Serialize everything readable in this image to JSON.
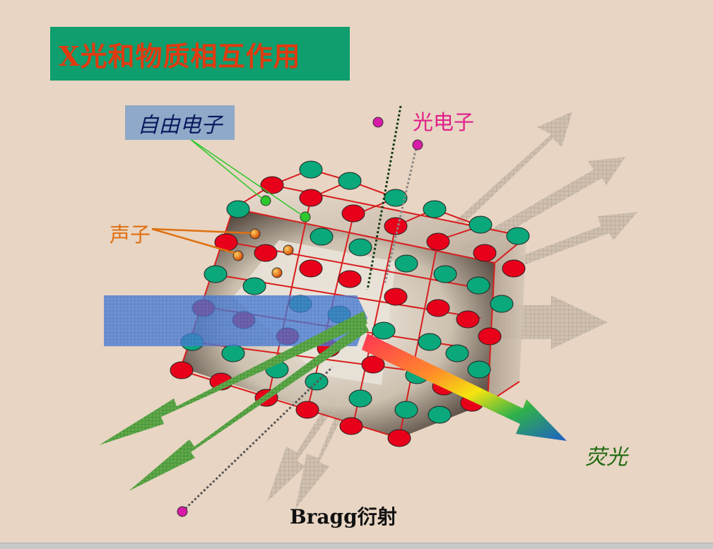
{
  "title": "X光和物质相互作用",
  "labels": {
    "free_electron": "自由电子",
    "photoelectron": "光电子",
    "phonon": "声子",
    "fluorescence": "荧光",
    "bragg": "Bragg衍射"
  },
  "colors": {
    "background": "#e8d5c3",
    "title_box": "#0f9e6e",
    "title_text": "#e03a10",
    "atom_red": "#e8001a",
    "atom_green": "#0aa87a",
    "lattice_line": "#d81e1e",
    "xray_beam": "#3a6fd0",
    "electron_magenta": "#d81aa8",
    "free_electron_green": "#2cc82c",
    "phonon_orange": "#e07010"
  }
}
